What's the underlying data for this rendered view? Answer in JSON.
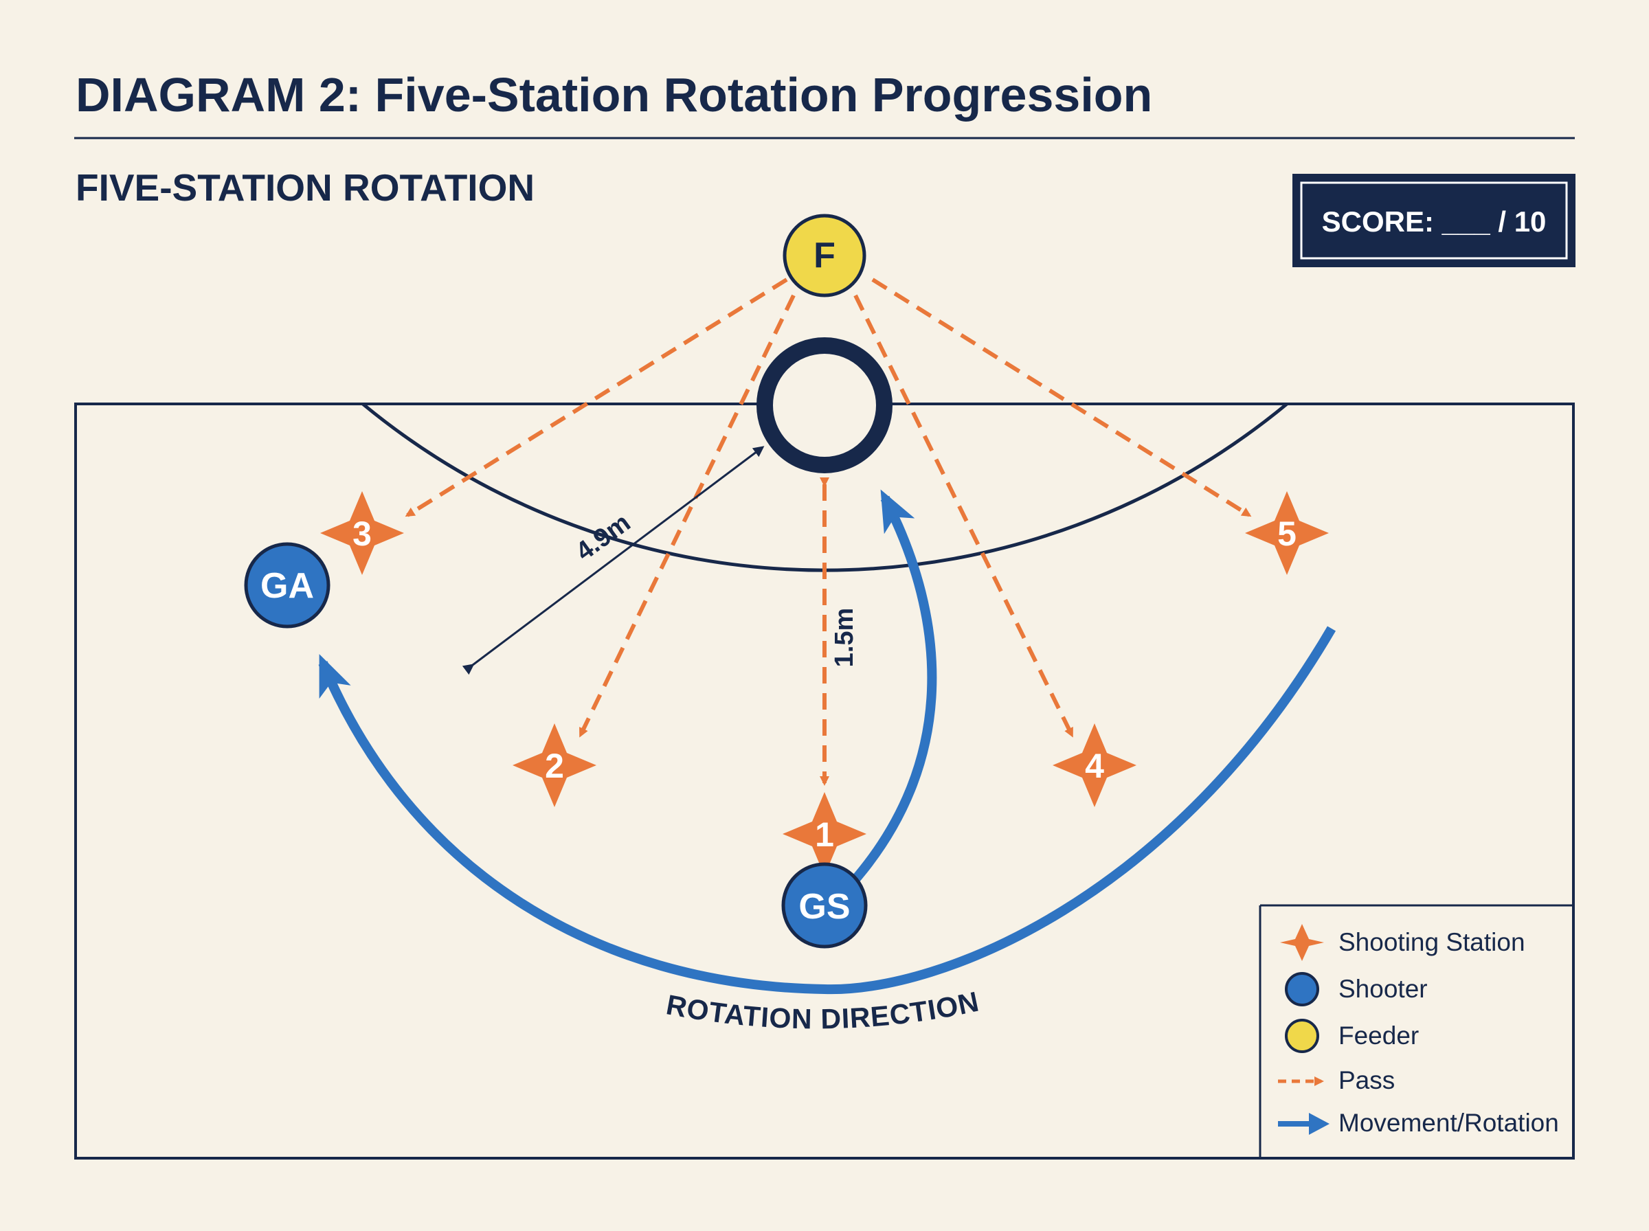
{
  "title": "DIAGRAM 2: Five-Station Rotation Progression",
  "subtitle": "FIVE-STATION ROTATION",
  "score": {
    "text": "SCORE: ___ / 10"
  },
  "players": {
    "feeder": "F",
    "goal_attack": "GA",
    "goal_shooter": "GS"
  },
  "stations": [
    "1",
    "2",
    "3",
    "4",
    "5"
  ],
  "measurements": {
    "radius": "4.9m",
    "distance": "1.5m"
  },
  "rotation_label": "ROTATION DIRECTION",
  "legend": {
    "items": [
      {
        "label": "Shooting Station",
        "icon": "orange-star-icon"
      },
      {
        "label": "Shooter",
        "icon": "blue-circle-icon"
      },
      {
        "label": "Feeder",
        "icon": "yellow-circle-icon"
      },
      {
        "label": "Pass",
        "icon": "dashed-orange-arrow-icon"
      },
      {
        "label": "Movement/Rotation",
        "icon": "blue-arrow-icon"
      }
    ]
  },
  "colors": {
    "background": "#f7f2e7",
    "navy": "#17284a",
    "orange": "#e9783a",
    "blue": "#2f74c2",
    "yellow": "#f0d84a"
  }
}
